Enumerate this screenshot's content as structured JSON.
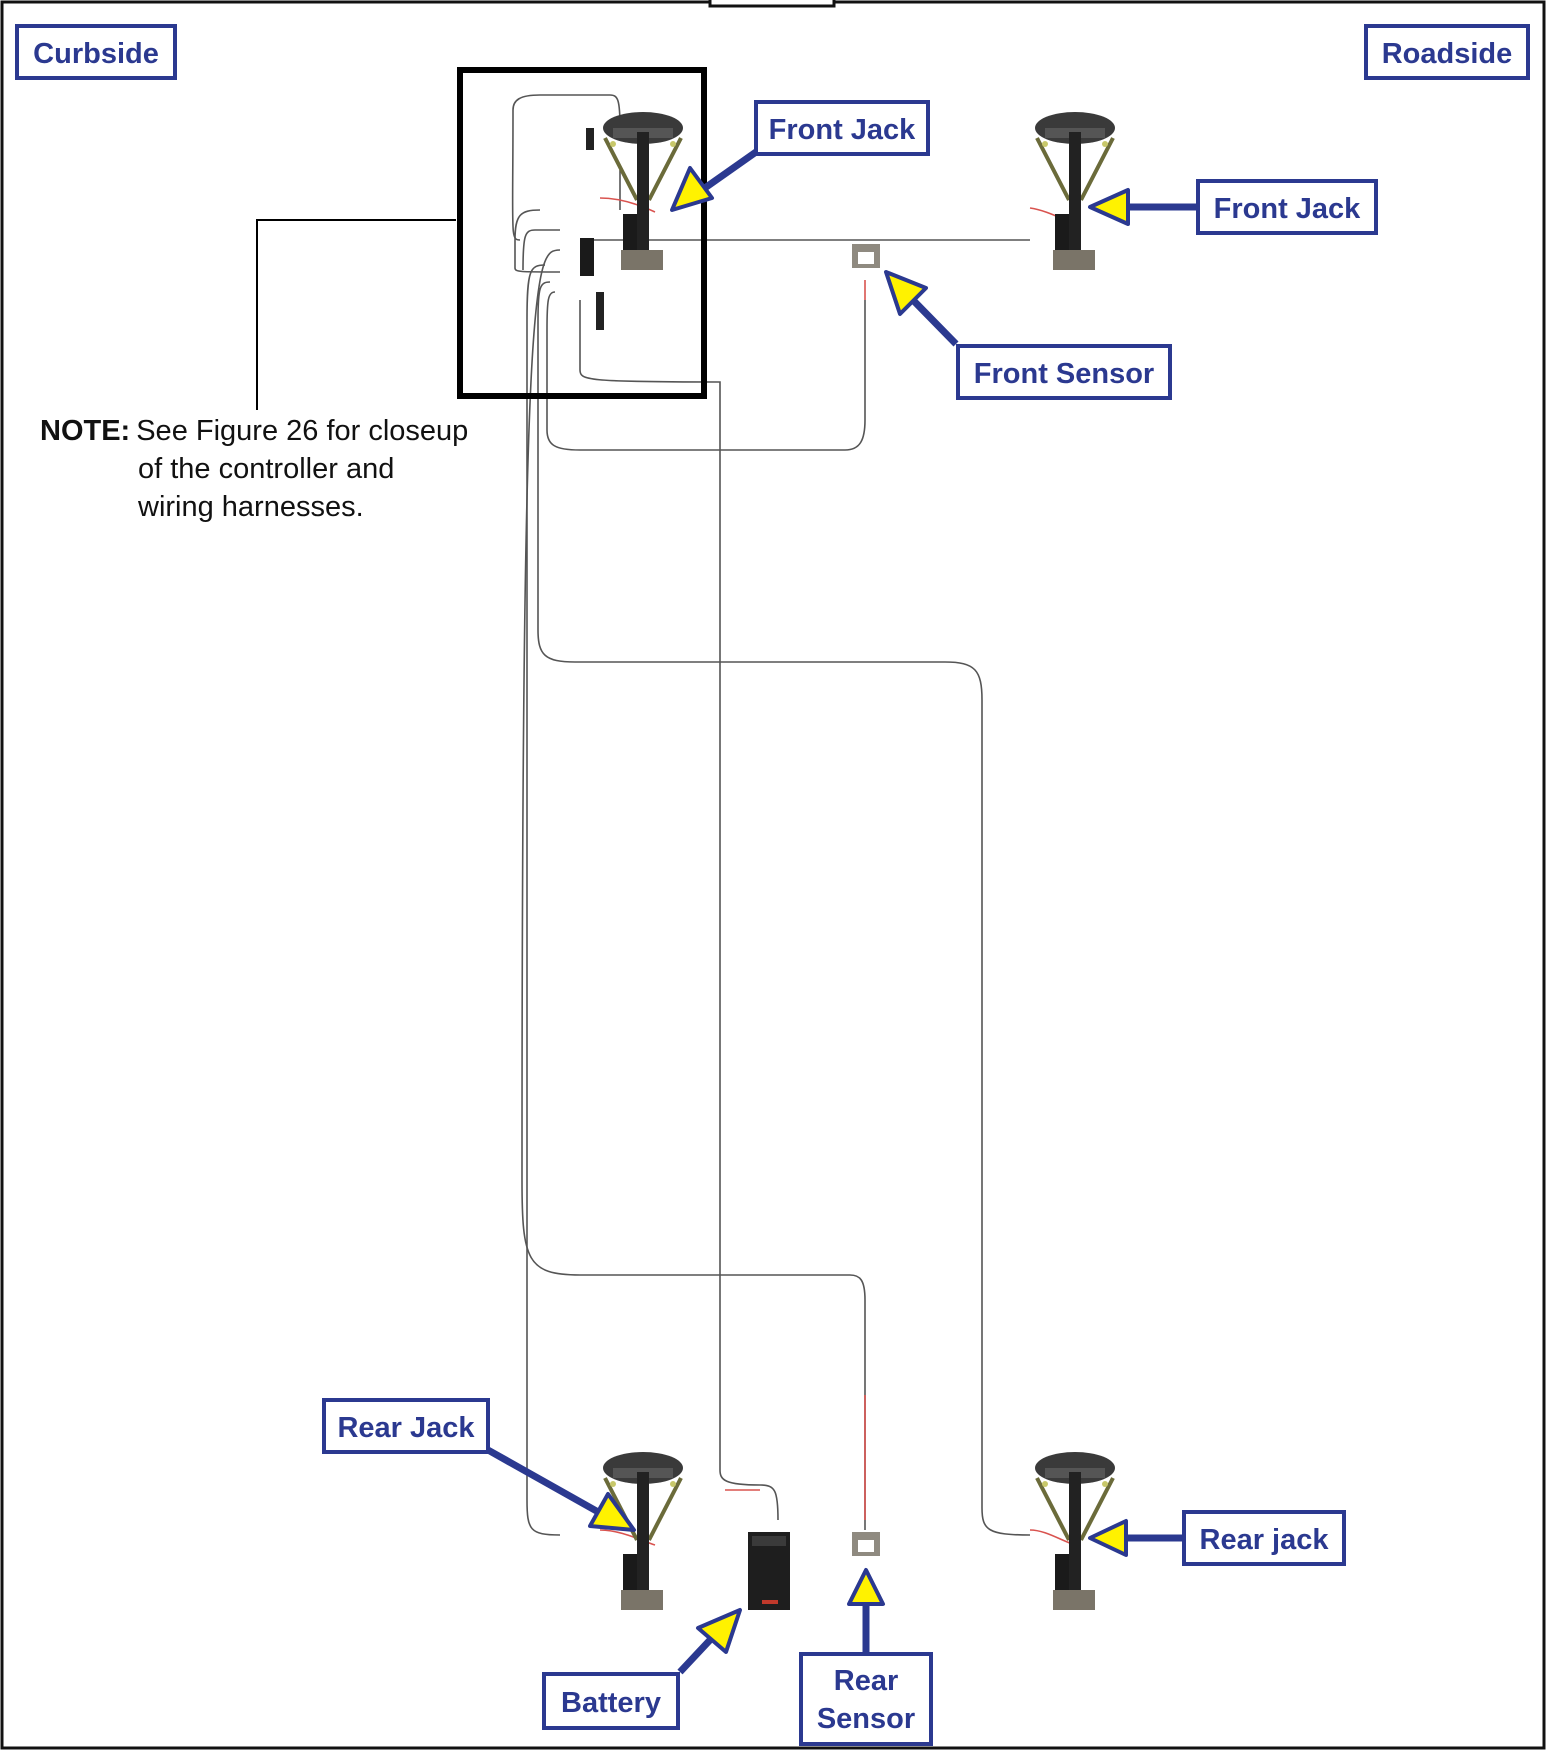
{
  "labels": {
    "curbside": "Curbside",
    "roadside": "Roadside",
    "front_jack_curb": "Front Jack",
    "front_jack_road": "Front Jack",
    "front_sensor": "Front Sensor",
    "rear_jack_curb": "Rear Jack",
    "rear_jack_road": "Rear jack",
    "battery": "Battery",
    "rear_sensor_line1": "Rear",
    "rear_sensor_line2": "Sensor"
  },
  "note": {
    "lead": "NOTE:",
    "line1": "See Figure 26 for closeup",
    "line2": "of the controller and",
    "line3": "wiring harnesses."
  },
  "colors": {
    "label_blue": "#2b3990",
    "arrow_yellow": "#fff200",
    "wire": "#555555",
    "wire_red": "#d9534f"
  }
}
